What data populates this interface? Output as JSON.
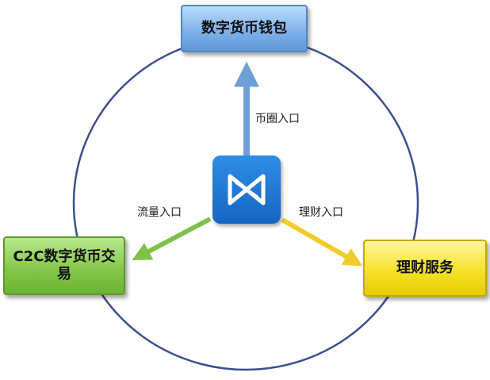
{
  "nodes": {
    "wallet": "数字货币钱包",
    "c2c": "C2C数字货币交易",
    "finance": "理财服务"
  },
  "edges": {
    "coin_entry": "币圈入口",
    "traffic_entry": "流量入口",
    "finance_entry": "理财入口"
  },
  "center": {
    "icon": "bowtie-logo-icon"
  },
  "colors": {
    "circle": "#3a4f8f",
    "arrow_up": "#6f9fd6",
    "arrow_green": "#7fc24a",
    "arrow_yellow": "#f2cc2a",
    "logo": "#1e7ad6"
  }
}
